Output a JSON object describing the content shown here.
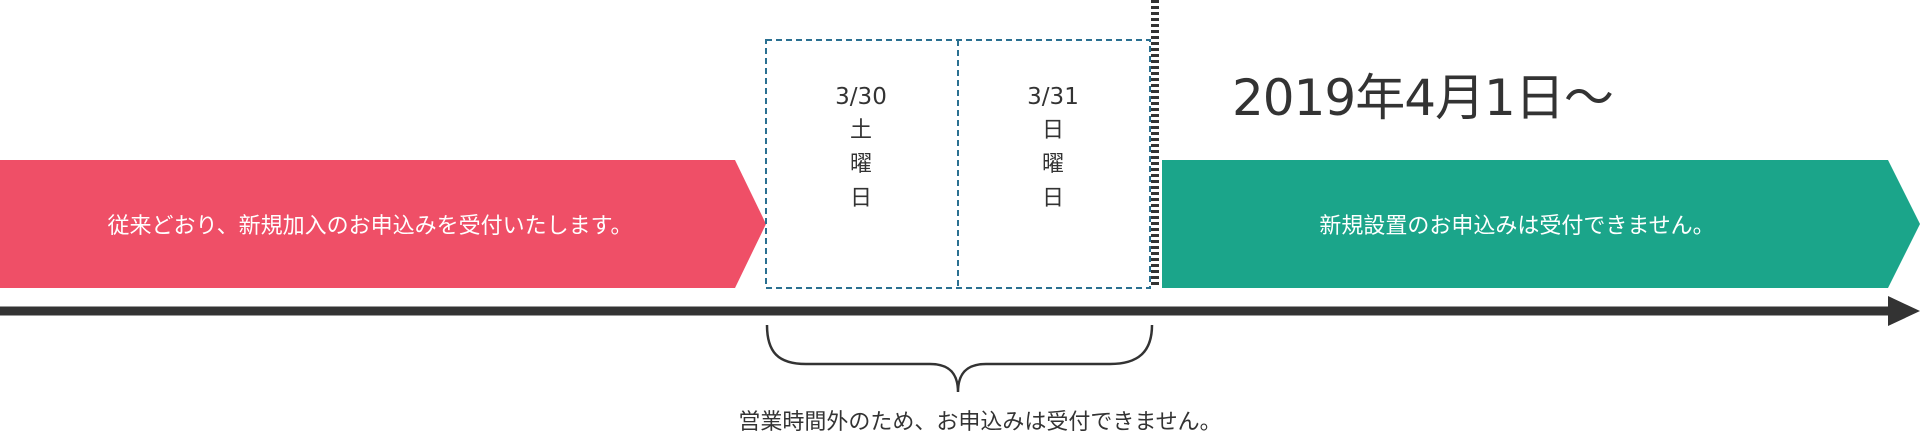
{
  "colors": {
    "before_arrow": "#ef4f67",
    "after_arrow": "#1ba58a",
    "timeline": "#333333",
    "dashed_box": "#2a7091",
    "text": "#333333"
  },
  "before_period": {
    "label": "従来どおり、新規加入のお申込みを受付いたします。"
  },
  "closed_days": [
    {
      "date": "3/30",
      "weekday_chars": [
        "土",
        "曜",
        "日"
      ]
    },
    {
      "date": "3/31",
      "weekday_chars": [
        "日",
        "曜",
        "日"
      ]
    }
  ],
  "start_date_label": "2019年4月1日～",
  "after_period": {
    "label": "新規設置のお申込みは受付できません。"
  },
  "brace_note": "営業時間外のため、お申込みは受付できません。"
}
